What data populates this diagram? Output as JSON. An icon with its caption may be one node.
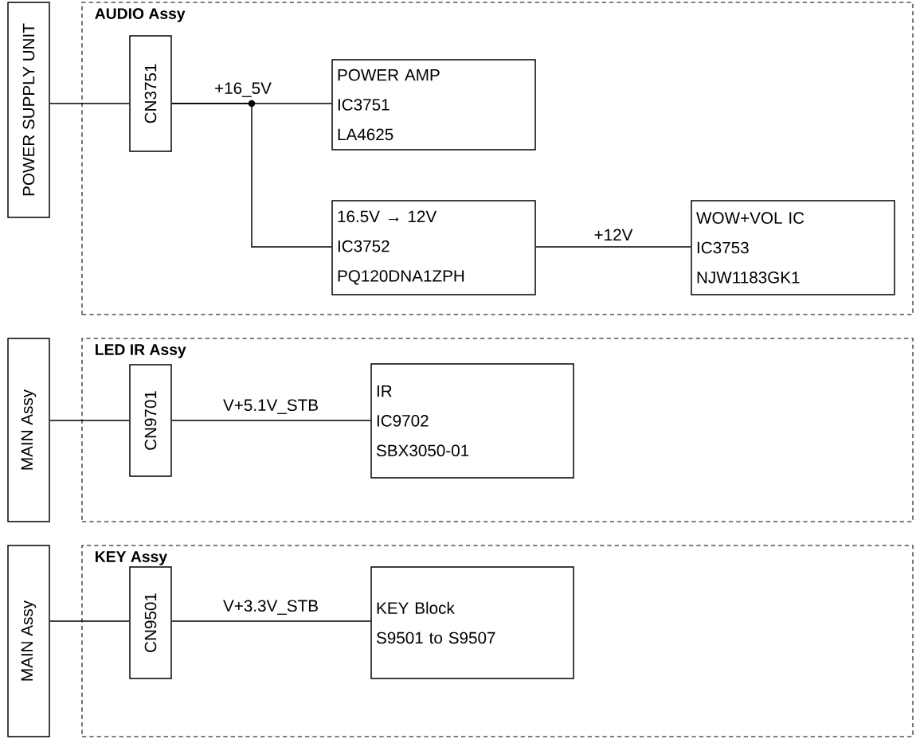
{
  "diagram": {
    "nodes": [
      {
        "text": [
          "AUDIO Assy"
        ]
      },
      {
        "text": [
          "POWER SUPPLY UNIT"
        ]
      },
      {
        "text": [
          "CN3751"
        ],
        "in": 0
      },
      {
        "text": [
          "POWER AMP",
          "IC3751",
          "LA4625"
        ],
        "in": 0
      },
      {
        "text": [
          "16.5V → 12V",
          "IC3752",
          "PQ120DNA1ZPH"
        ],
        "in": 0
      },
      {
        "text": [
          "WOW+VOL IC",
          "IC3753",
          "NJW1183GK1"
        ],
        "in": 0
      },
      {
        "text": [
          "LED IR Assy"
        ]
      },
      {
        "text": [
          "MAIN Assy"
        ]
      },
      {
        "text": [
          "CN9701"
        ],
        "in": 6
      },
      {
        "text": [
          "IR",
          "IC9702",
          "SBX3050-01"
        ],
        "in": 6
      },
      {
        "text": [
          "KEY Assy"
        ]
      },
      {
        "text": [
          "MAIN Assy"
        ]
      },
      {
        "text": [
          "CN9501"
        ],
        "in": 10
      },
      {
        "text": [
          "KEY Block",
          "S9501 to S9507"
        ],
        "in": 10
      }
    ],
    "edges": [
      {
        "from": 1,
        "to": 2,
        "arrow": "none"
      },
      {
        "from": 2,
        "to": 3,
        "arrow": "none",
        "label": "+16_5V"
      },
      {
        "from": 2,
        "to": 4,
        "arrow": "none"
      },
      {
        "from": 4,
        "to": 5,
        "arrow": "none",
        "label": "+12V"
      },
      {
        "from": 7,
        "to": 8,
        "arrow": "none"
      },
      {
        "from": 8,
        "to": 9,
        "arrow": "none",
        "label": "V+5.1V_STB"
      },
      {
        "from": 11,
        "to": 12,
        "arrow": "none"
      },
      {
        "from": 12,
        "to": 13,
        "arrow": "none",
        "label": "V+3.3V_STB"
      }
    ]
  }
}
